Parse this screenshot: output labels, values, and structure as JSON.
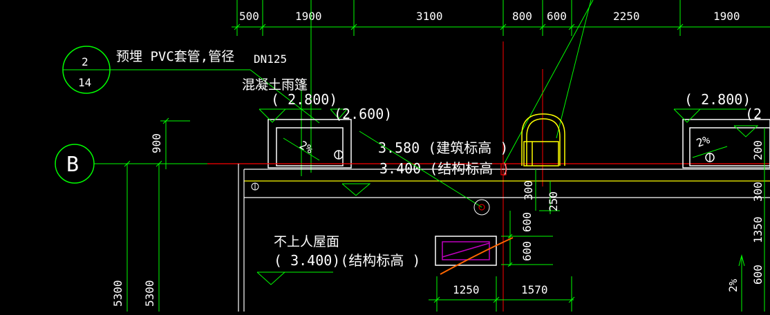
{
  "colors": {
    "background": "#000000",
    "dimension": "#00ff00",
    "text": "#ffffff",
    "axis": "#ff0000",
    "wall": "#ffff00",
    "leader": "#00ff00",
    "drain": "#ff6600",
    "equipment": "#c000c0"
  },
  "top_dimensions": [
    "500",
    "1900",
    "3100",
    "800",
    "600",
    "2250",
    "1900"
  ],
  "detail_callout": {
    "number": "2",
    "sheet": "14"
  },
  "pipe_note": {
    "text": "预埋 PVC套管,管径",
    "size": "DN125"
  },
  "canopy_label": "混凝土雨篷",
  "elevations": {
    "canopy_left": "( 2.800)",
    "canopy_mid": "(2.600)",
    "canopy_right": "( 2.800)",
    "canopy_far_right": "(2"
  },
  "roof_elevations": {
    "architectural": "3.580 (建筑标高  )",
    "structural": "3.400 (结构标高  )"
  },
  "slopes": {
    "left": "2%",
    "right": "2%",
    "far_right": "2%"
  },
  "axis_grid": {
    "label": "B"
  },
  "left_dimensions": {
    "upper": "900",
    "lower_a": "5300",
    "lower_b": "5300"
  },
  "right_dimensions": {
    "a": "200",
    "b": "300",
    "c": "1350",
    "d": "600"
  },
  "center_dimensions": {
    "a": "300",
    "b": "250",
    "c": "600",
    "d": "600"
  },
  "roof_note": {
    "title": "不上人屋面",
    "elevation": "( 3.400)(结构标高  )"
  },
  "bottom_dimensions": [
    "1250",
    "1570"
  ]
}
